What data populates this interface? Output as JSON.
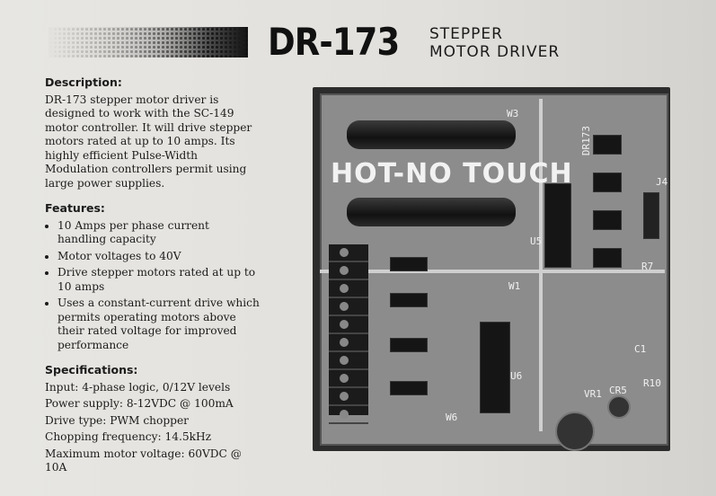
{
  "header": {
    "model": "DR-173",
    "subtitle_line1": "STEPPER",
    "subtitle_line2": "MOTOR DRIVER"
  },
  "description": {
    "heading": "Description:",
    "text": "DR-173 stepper motor driver is designed to work with the SC-149 motor controller. It will drive stepper motors rated at up to 10 amps. Its highly efficient Pulse-Width Modulation controllers permit using large power supplies."
  },
  "features": {
    "heading": "Features:",
    "items": [
      "10 Amps per phase current handling capacity",
      "Motor voltages to 40V",
      "Drive stepper motors rated at up to 10 amps",
      "Uses a constant-current drive which permits operating motors above their rated voltage for improved performance"
    ]
  },
  "specifications": {
    "heading": "Specifications:",
    "lines": [
      "Input: 4-phase logic, 0/12V levels",
      "Power supply: 8-12VDC @ 100mA",
      "Drive type: PWM chopper",
      "Chopping frequency: 14.5kHz",
      "Maximum motor voltage: 60VDC @ 10A"
    ]
  },
  "photo": {
    "board_silkscreen": "HOT-NO TOUCH",
    "board_label": "DR173",
    "part_labels": [
      "W3",
      "W1",
      "W6",
      "U6",
      "R10",
      "C1",
      "VR1",
      "CR5",
      "R7",
      "J4",
      "U5"
    ]
  }
}
